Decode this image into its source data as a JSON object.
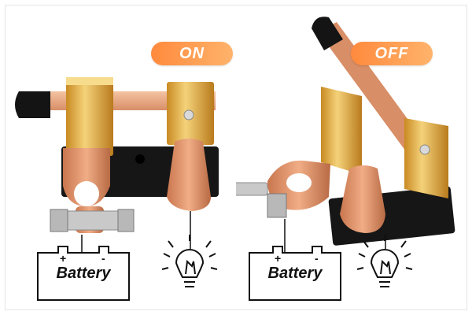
{
  "states": {
    "on_label": "ON",
    "off_label": "OFF"
  },
  "battery": {
    "label": "Battery",
    "positive_sign": "+",
    "negative_sign": "-"
  },
  "colors": {
    "pill_start": "#ff8a3d",
    "pill_end": "#ffb36b",
    "brass": "#e0a63a",
    "copper": "#e79a73",
    "black": "#151515"
  },
  "icons": [
    "lightbulb-icon",
    "battery-icon"
  ]
}
